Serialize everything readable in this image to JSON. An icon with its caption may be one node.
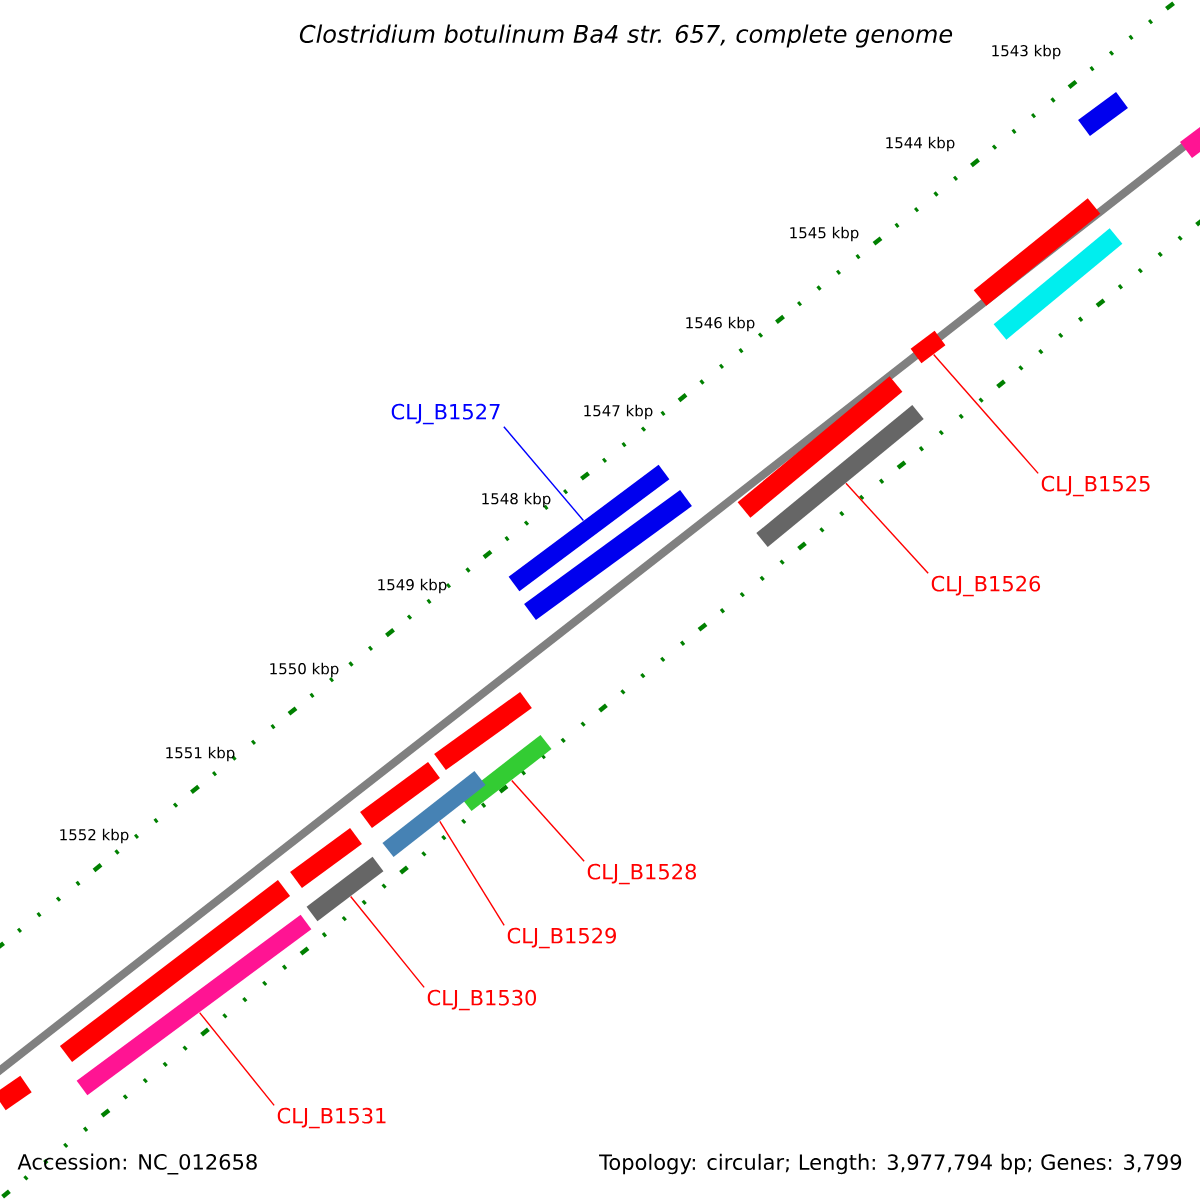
{
  "diagram": {
    "title": "Clostridium botulinum Ba4 str. 657, complete genome",
    "nodes": [
      {
        "text": [
          "CLJ_B1527"
        ]
      },
      {
        "text": [
          "CLJ_B1525"
        ]
      },
      {
        "text": [
          "CLJ_B1526"
        ]
      },
      {
        "text": [
          "CLJ_B1528"
        ]
      },
      {
        "text": [
          "CLJ_B1529"
        ]
      },
      {
        "text": [
          "CLJ_B1530"
        ]
      },
      {
        "text": [
          "CLJ_B1531"
        ]
      },
      {
        "text": [],
        "shape": "bar"
      },
      {
        "text": [],
        "shape": "bar"
      },
      {
        "text": [],
        "shape": "bar"
      },
      {
        "text": [],
        "shape": "bar"
      },
      {
        "text": [],
        "shape": "bar"
      },
      {
        "text": [],
        "shape": "bar"
      },
      {
        "text": [],
        "shape": "bar"
      }
    ],
    "edges": [
      {
        "from": 0,
        "to": 7,
        "arrow": "none",
        "color": "#0000ff"
      },
      {
        "from": 1,
        "to": 8,
        "arrow": "none"
      },
      {
        "from": 2,
        "to": 9,
        "arrow": "none"
      },
      {
        "from": 3,
        "to": 10,
        "arrow": "none"
      },
      {
        "from": 4,
        "to": 11,
        "arrow": "none"
      },
      {
        "from": 5,
        "to": 12,
        "arrow": "none"
      },
      {
        "from": 6,
        "to": 13,
        "arrow": "none"
      }
    ],
    "labels": [
      "1543 kbp",
      "1544 kbp",
      "1545 kbp",
      "1546 kbp",
      "1547 kbp",
      "1548 kbp",
      "1549 kbp",
      "1550 kbp",
      "1551 kbp",
      "1552 kbp",
      "Accession: NC_012658",
      "Topology: circular; Length: 3,977,794 bp; Genes: 3,799"
    ]
  }
}
